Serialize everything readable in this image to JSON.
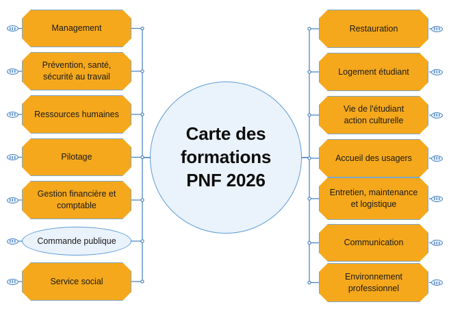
{
  "center": {
    "title_lines": [
      "Carte des",
      "formations",
      "PNF 2026"
    ],
    "fill_color": "#eaf2fb",
    "border_color": "#5b9bd5"
  },
  "theme": {
    "node_fill": "#f5a81c",
    "node_border": "#7ba7cc",
    "accent_line": "#3f7cbf",
    "alt_node_fill": "#eaf2fb",
    "background": "#ffffff"
  },
  "left_branch": {
    "items": [
      {
        "label_lines": [
          "Management"
        ],
        "shape": "box"
      },
      {
        "label_lines": [
          "Prévention, santé,",
          "sécurité au travail"
        ],
        "shape": "box"
      },
      {
        "label_lines": [
          "Ressources humaines"
        ],
        "shape": "box"
      },
      {
        "label_lines": [
          "Pilotage"
        ],
        "shape": "box"
      },
      {
        "label_lines": [
          "Gestion financière et",
          "comptable"
        ],
        "shape": "box"
      },
      {
        "label_lines": [
          "Commande publique"
        ],
        "shape": "ellipse"
      },
      {
        "label_lines": [
          "Service social"
        ],
        "shape": "box"
      }
    ]
  },
  "right_branch": {
    "items": [
      {
        "label_lines": [
          "Restauration"
        ],
        "shape": "box"
      },
      {
        "label_lines": [
          "Logement étudiant"
        ],
        "shape": "box"
      },
      {
        "label_lines": [
          "Vie de l'étudiant",
          "action culturelle"
        ],
        "shape": "box"
      },
      {
        "label_lines": [
          "Accueil des usagers"
        ],
        "shape": "box"
      },
      {
        "label_lines": [
          "Entretien, maintenance",
          "et logistique"
        ],
        "shape": "box"
      },
      {
        "label_lines": [
          "Communication"
        ],
        "shape": "box"
      },
      {
        "label_lines": [
          "Environnement",
          "professionnel"
        ],
        "shape": "box"
      }
    ]
  }
}
